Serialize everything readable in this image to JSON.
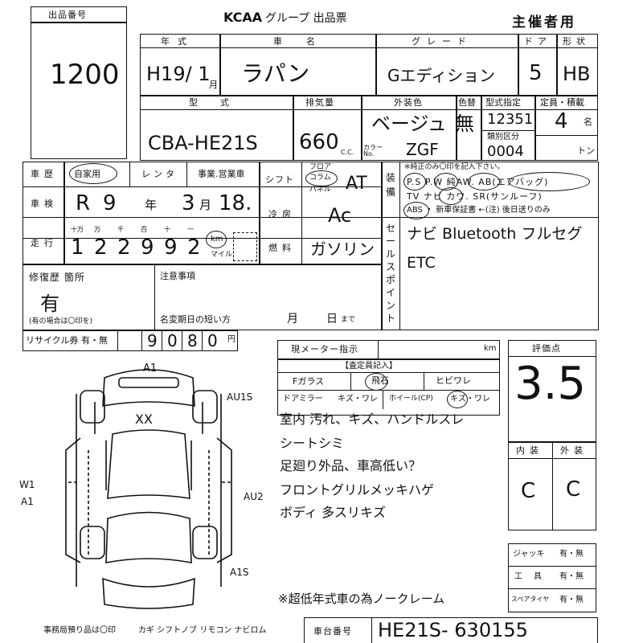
{
  "header": {
    "lot_label": "出品番号",
    "lot_value": "1200",
    "org": "KCAA",
    "org_suffix": "グループ 出品票",
    "host": "主催者用"
  },
  "row1": {
    "year_label": "年式",
    "year_value": "H19/ 1",
    "month_unit": "月",
    "model_label": "車名",
    "model_value": "ラパン",
    "grade_label": "グレード",
    "grade_value": "Gエディション",
    "doors_label": "ドア",
    "doors_value": "5",
    "body_label": "形状",
    "body_value": "HB"
  },
  "row2": {
    "type_label": "型式",
    "type_value": "CBA-HE21S",
    "disp_label": "排気量",
    "disp_value": "660",
    "disp_unit": "C.C.",
    "color_label": "外装色",
    "color_value": "ベージュ",
    "colorno_label": "カラーNo.",
    "colorno_value": "ZGF",
    "recolor_label": "色替",
    "recolor_value": "無",
    "spec_label": "型式指定",
    "spec_value": "12351",
    "cls_label": "類別区分",
    "cls_value": "0004",
    "cap_label": "定員・積載",
    "cap_value": "4",
    "cap_unit": "名",
    "ton_unit": "トン"
  },
  "history": {
    "label": "車歴",
    "opt1": "自家用",
    "opt2": "レンタ",
    "opt3": "事業.営業車"
  },
  "inspection": {
    "label": "車検",
    "era": "R",
    "year": "9",
    "year_unit": "年",
    "month": "3",
    "month_unit": "月",
    "day": "18."
  },
  "mileage": {
    "label": "走行",
    "place_labels": [
      "十万",
      "万",
      "千",
      "百",
      "十",
      "一"
    ],
    "digits": [
      "1",
      "2",
      "2",
      "9",
      "9",
      "2"
    ],
    "unit_km": "km",
    "unit_mile": "マイル"
  },
  "shift": {
    "label": "シフト",
    "floor": "フロア",
    "column": "コラム",
    "panel": "パネル",
    "value": "AT"
  },
  "aircon": {
    "label": "冷房",
    "value": "Ac"
  },
  "fuel": {
    "label": "燃料",
    "value": "ガソリン"
  },
  "equipment": {
    "side_label": "装備",
    "note": "※純正のみ〇印を記入下さい。",
    "row1": "P.S  P.W  純AW. AB(エアバッグ)",
    "row2": "TV  ナビ  カワ. SR(サンルーフ)",
    "row3": "ABS ・ 新車保証書 ←(注) 後日送りのみ"
  },
  "sale_points": {
    "side_label": "セールスポイント",
    "line1": "ナビ Bluetooth フルセグ",
    "line2": "ETC"
  },
  "repair": {
    "label": "修復歴 箇所",
    "value": "有",
    "note": "(有の場合は〇印を)"
  },
  "notes_box": {
    "label": "注意事項",
    "expiry": "名変期日の短い方",
    "month_unit": "月",
    "day_unit": "日",
    "until": "まで"
  },
  "recycle": {
    "label": "リサイクル券 有・無",
    "digits": [
      "9",
      "0",
      "8",
      "0"
    ],
    "unit": "円"
  },
  "meter": {
    "label": "現メーター指示",
    "unit": "km"
  },
  "inspector": {
    "title": "【査定員記入】",
    "glass": "Fガラス",
    "glass_opt1": "飛石",
    "glass_opt2": "ヒビワレ",
    "mirror": "ドアミラー",
    "mirror_opt": "キズ・ワレ",
    "wheel": "ホイール(CP)",
    "wheel_opt": "キズ・ワレ"
  },
  "comments": [
    "室内 汚れ、キズ、ハンドルスレ",
    "シートシミ",
    "足廻り外品、車高低い？",
    "フロントグリルメッキハゲ",
    "ボディ 多スリキズ",
    "※超低年式車の為ノークレーム"
  ],
  "diagram": {
    "front": "A1",
    "center": "XX",
    "left_top": "W1",
    "left_bottom": "A1",
    "right_top": "AU1S",
    "right_mid": "AU2",
    "right_bottom": "A1S"
  },
  "score": {
    "label": "評価点",
    "value": "3.5",
    "interior_label": "内装",
    "exterior_label": "外装",
    "interior": "C",
    "exterior": "C"
  },
  "tools": {
    "jack": "ジャッキ",
    "jack_opt": "有・無",
    "tool": "工具",
    "tool_opt": "有・無",
    "spare": "スペアタイヤ",
    "spare_opt": "有・無"
  },
  "footer": {
    "office": "事務局預り品は〇印",
    "items": "カギ シフトノブ リモコン ナビロム",
    "chassis_label": "車台番号",
    "chassis_value": "HE21S- 630155"
  }
}
